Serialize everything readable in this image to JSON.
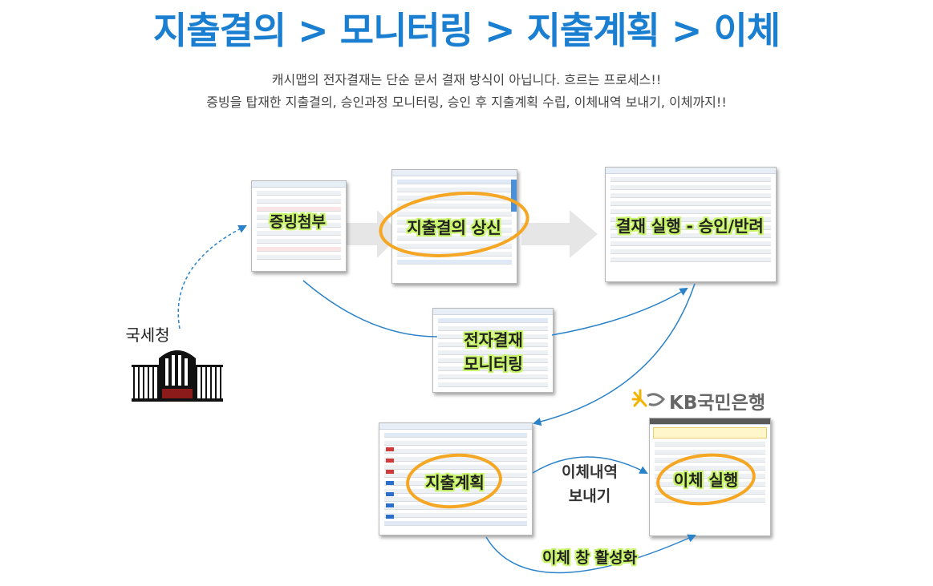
{
  "header": {
    "title": "지출결의 > 모니터링 > 지출계획 > 이체",
    "subtitle_line1": "캐시맵의 전자결재는 단순 문서 결재 방식이 아닙니다. 흐르는 프로세스!!",
    "subtitle_line2": "증빙을 탑재한 지출결의, 승인과정 모니터링, 승인 후 지출계획 수립, 이체내역 보내기, 이체까지!!"
  },
  "steps": {
    "evidence": "증빙첨부",
    "expense_request": "지출결의 상신",
    "approval": "결재 실행 - 승인/반려",
    "monitoring_line1": "전자결재",
    "monitoring_line2": "모니터링",
    "expense_plan": "지출계획",
    "transfer": "이체 실행"
  },
  "flow_labels": {
    "send_line1": "이체내역",
    "send_line2": "보내기",
    "activate": "이체 창 활성화"
  },
  "source": {
    "label": "국세청"
  },
  "bank": {
    "name": "KB국민은행"
  },
  "colors": {
    "title": "#1a7fd0",
    "highlight": "#c9f56a",
    "circle": "#f5a623",
    "arrow": "#2a82c9",
    "kb_yellow": "#f2b400",
    "kb_gray": "#666666"
  }
}
